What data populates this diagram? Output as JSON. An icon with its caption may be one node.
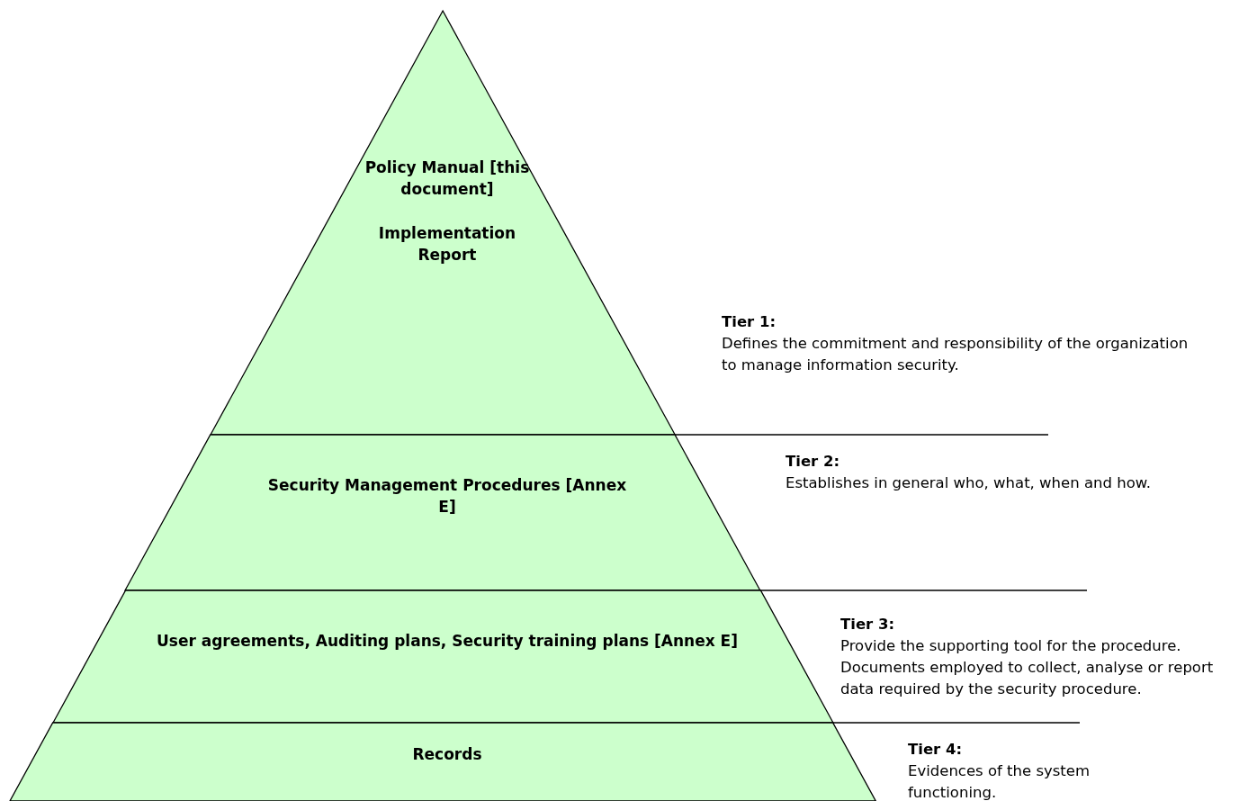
{
  "diagram": {
    "nodes": [
      {
        "text": [
          "Policy Manual [this document]",
          "Implementation Report"
        ],
        "beside": [
          "Tier 1:",
          "Defines the commitment and responsibility of the organization to manage information security."
        ]
      },
      {
        "text": [
          "Security Management Procedures [Annex E]"
        ],
        "beside": [
          "Tier 2:",
          "Establishes in general who, what, when and how."
        ]
      },
      {
        "text": [
          "User agreements, Auditing plans, Security training plans [Annex E]"
        ],
        "beside": [
          "Tier 3:",
          "Provide the supporting tool for the procedure. Documents employed to collect, analyse or report data required by the security procedure."
        ]
      },
      {
        "text": [
          "Records"
        ],
        "beside": [
          "Tier 4:",
          "Evidences of the system functioning."
        ]
      }
    ],
    "edges": []
  }
}
